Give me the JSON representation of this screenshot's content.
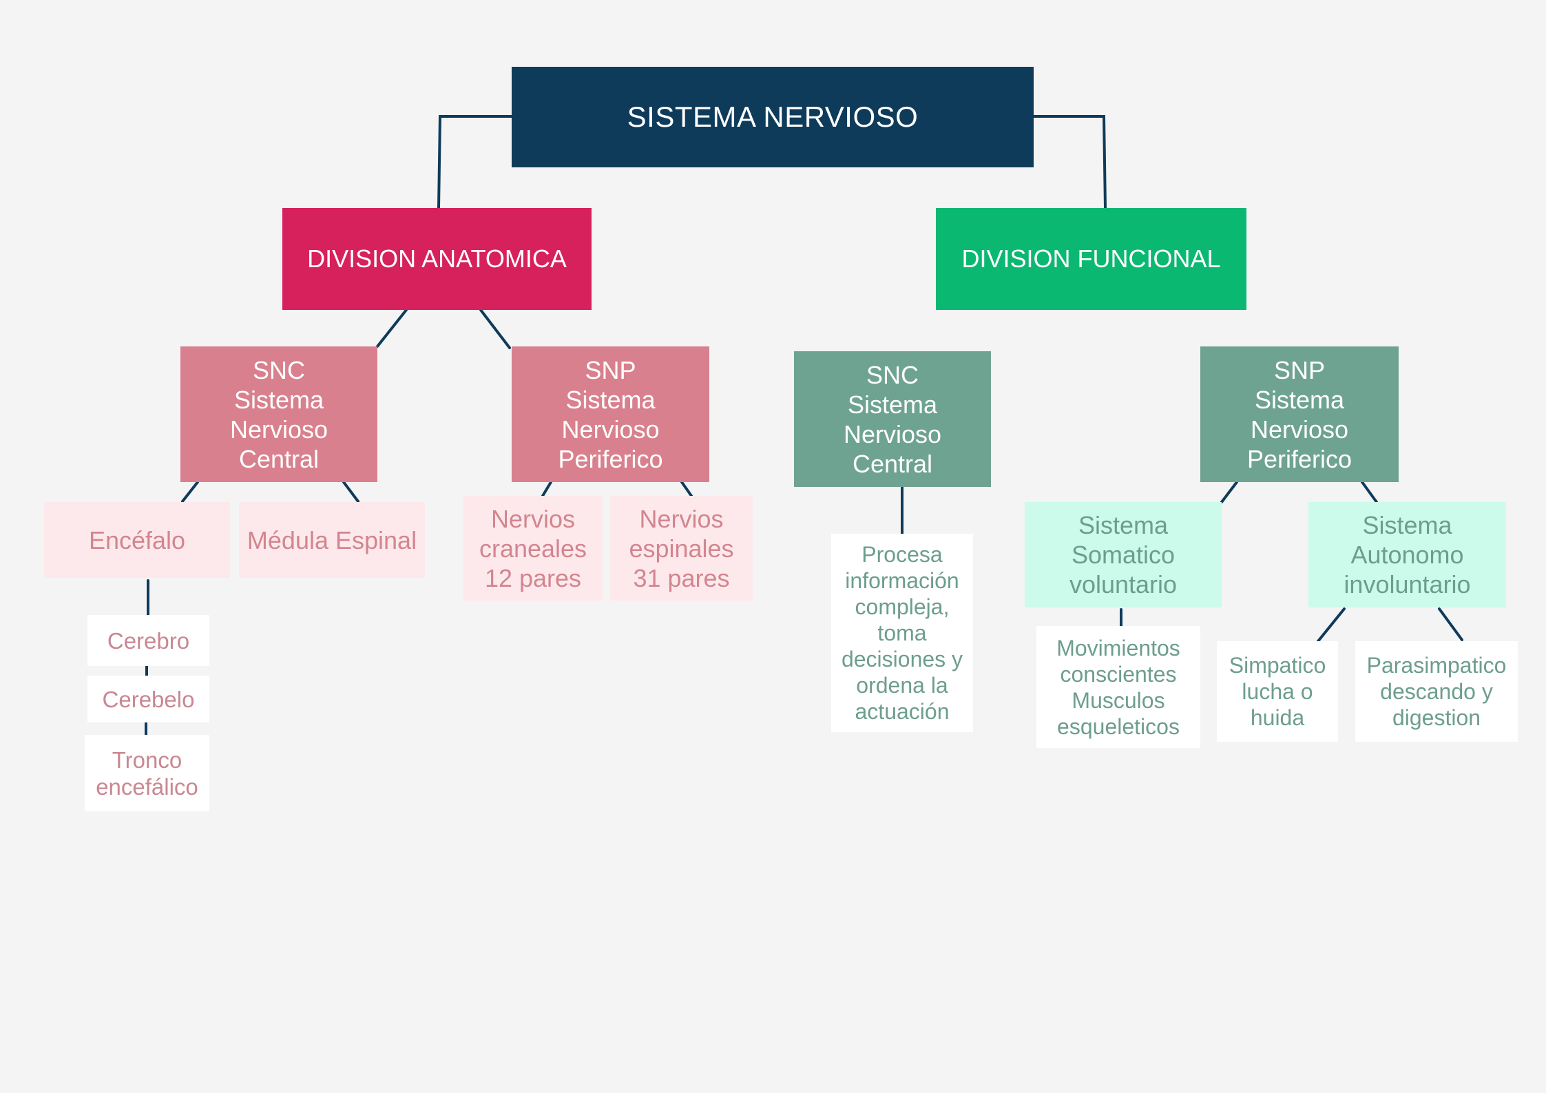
{
  "colors": {
    "background": "#f4f4f4",
    "connector": "#0f3b5a",
    "root": "#0f3b5a",
    "anatomica": "#d7215c",
    "funcional": "#0bb872",
    "pink_mid": "#d9808e",
    "pink_light": "#fde9eb",
    "green_mid": "#6fa391",
    "green_light": "#ccfbeb"
  },
  "root": {
    "label": "SISTEMA NERVIOSO"
  },
  "anatomica": {
    "label": "DIVISION ANATOMICA",
    "snc": {
      "label": "SNC\nSistema\nNervioso\nCentral"
    },
    "snp": {
      "label": "SNP\nSistema\nNervioso\nPeriferico"
    },
    "encefalo": {
      "label": "Encéfalo"
    },
    "medula": {
      "label": "Médula Espinal"
    },
    "craneales": {
      "label": "Nervios\ncraneales\n12 pares"
    },
    "espinales": {
      "label": "Nervios\nespinales\n31 pares"
    },
    "cerebro": {
      "label": "Cerebro"
    },
    "cerebelo": {
      "label": "Cerebelo"
    },
    "tronco": {
      "label": "Tronco\nencefálico"
    }
  },
  "funcional": {
    "label": "DIVISION FUNCIONAL",
    "snc": {
      "label": "SNC\nSistema\nNervioso\nCentral"
    },
    "snc_desc": {
      "label": "Procesa\ninformación\ncompleja,\ntoma\ndecisiones y\nordena la\nactuación"
    },
    "snp": {
      "label": "SNP\nSistema\nNervioso\nPeriferico"
    },
    "somatico": {
      "label": "Sistema\nSomatico\nvoluntario"
    },
    "autonomo": {
      "label": "Sistema\nAutonomo\ninvoluntario"
    },
    "movimientos": {
      "label": "Movimientos\nconscientes\nMusculos\nesqueleticos"
    },
    "simpatico": {
      "label": "Simpatico\nlucha o\nhuida"
    },
    "parasimpatico": {
      "label": "Parasimpatico\ndescando y\ndigestion"
    }
  }
}
